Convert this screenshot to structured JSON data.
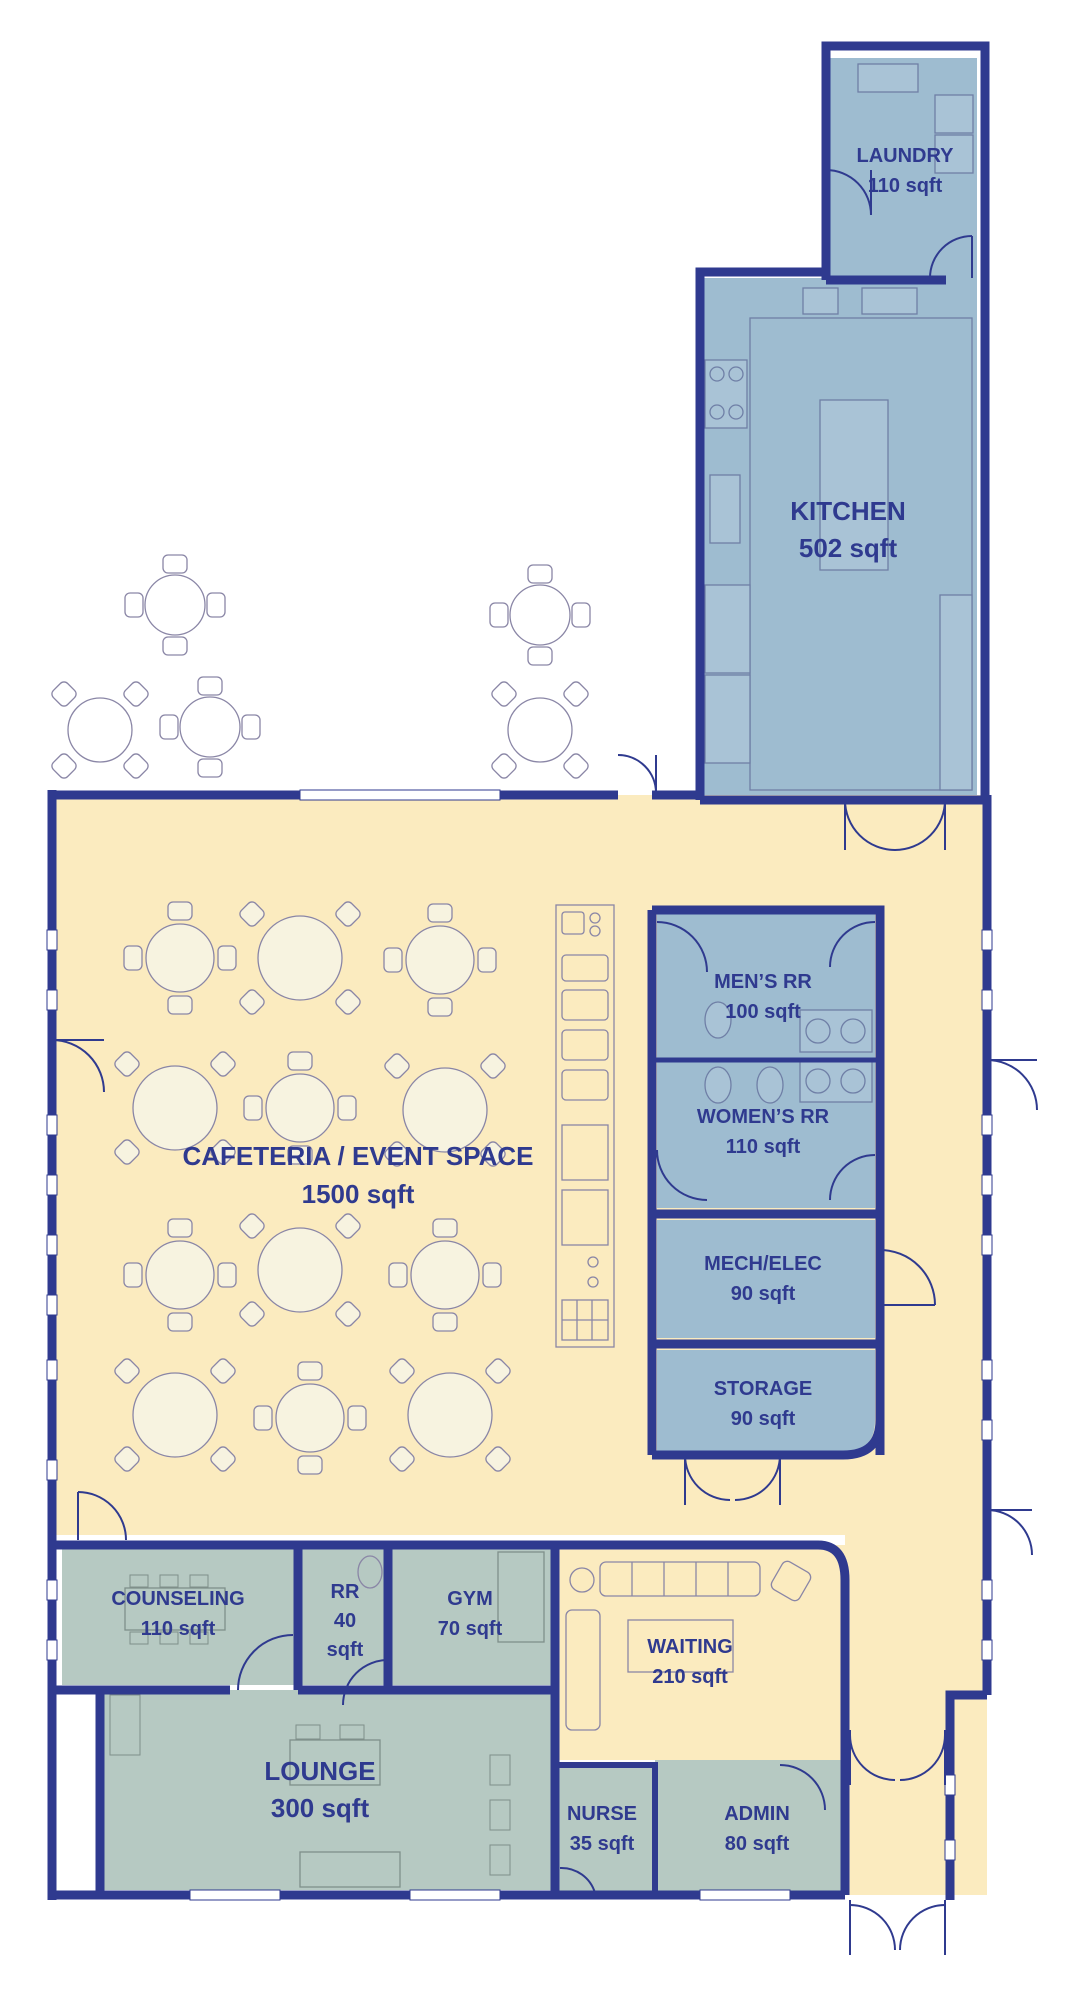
{
  "colors": {
    "wall": "#2f3a8f",
    "cream": "#fbebbf",
    "blue": "#9ebcd0",
    "sage": "#b6c9c2",
    "furniture": "#8a86a6"
  },
  "rooms": {
    "laundry": {
      "name": "LAUNDRY",
      "area": "110 sqft"
    },
    "kitchen": {
      "name": "KITCHEN",
      "area": "502 sqft"
    },
    "cafeteria": {
      "name": "CAFETERIA / EVENT SPACE",
      "area": "1500 sqft"
    },
    "mens_rr": {
      "name": "MEN’S RR",
      "area": "100 sqft"
    },
    "womens_rr": {
      "name": "WOMEN’S RR",
      "area": "110 sqft"
    },
    "mech": {
      "name": "MECH/ELEC",
      "area": "90 sqft"
    },
    "storage": {
      "name": "STORAGE",
      "area": "90 sqft"
    },
    "counseling": {
      "name": "COUNSELING",
      "area": "110 sqft"
    },
    "rr": {
      "name_line1": "RR",
      "name_line2": "40",
      "area": "sqft"
    },
    "gym": {
      "name": "GYM",
      "area": "70 sqft"
    },
    "waiting": {
      "name": "WAITING",
      "area": "210 sqft"
    },
    "lounge": {
      "name": "LOUNGE",
      "area": "300 sqft"
    },
    "nurse": {
      "name": "NURSE",
      "area": "35 sqft"
    },
    "admin": {
      "name": "ADMIN",
      "area": "80 sqft"
    }
  }
}
